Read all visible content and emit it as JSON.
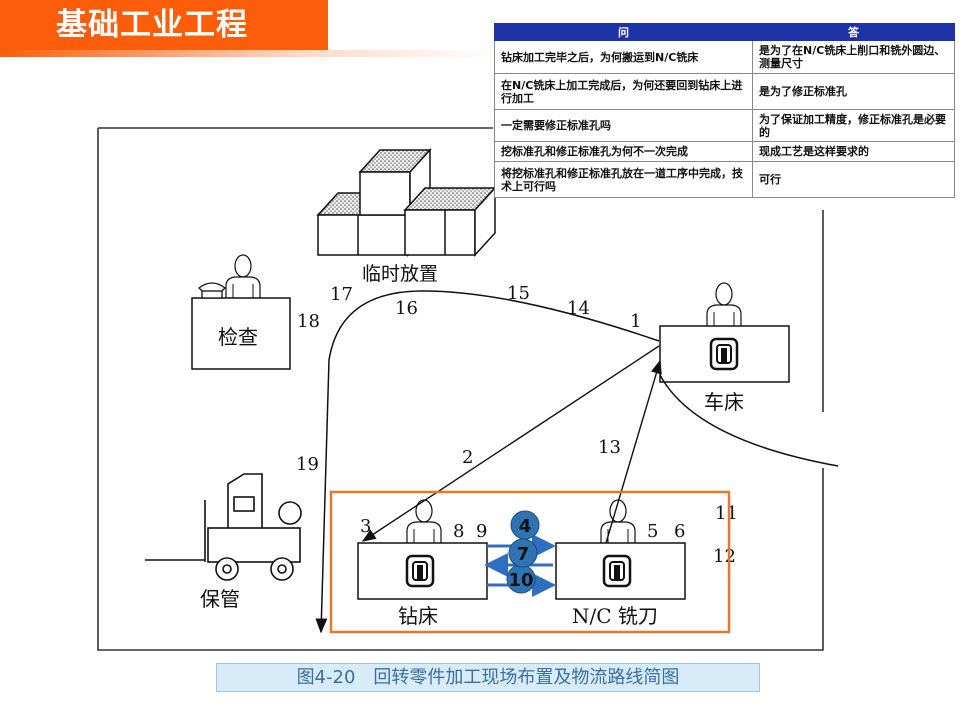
{
  "header": {
    "title": "基础工业工程"
  },
  "qa_table": {
    "headers": [
      "问",
      "答"
    ],
    "rows": [
      {
        "q": "钻床加工完毕之后，为何搬运到N/C铣床",
        "a": "是为了在N/C铣床上削口和铣外圆边、测量尺寸"
      },
      {
        "q": "在N/C铣床上加工完成后，为何还要回到钻床上进行加工",
        "a": "是为了修正标准孔"
      },
      {
        "q": "一定需要修正标准孔吗",
        "a": "为了保证加工精度，修正标准孔是必要的"
      },
      {
        "q": "挖标准孔和修正标准孔为何不一次完成",
        "a": "现成工艺是这样要求的"
      },
      {
        "q": "将挖标准孔和修正标准孔放在一道工序中完成，技术上可行吗",
        "a": "可行"
      }
    ]
  },
  "diagram": {
    "stations": {
      "temp_storage": "临时放置",
      "inspection": "检查",
      "lathe": "车床",
      "storage": "保管",
      "drill": "钻床",
      "nc_mill": "N/C 铣刀"
    },
    "route_numbers": {
      "n1": "1",
      "n2": "2",
      "n3": "3",
      "n5": "5",
      "n6": "6",
      "n8": "8",
      "n9": "9",
      "n11": "11",
      "n12": "12",
      "n13": "13",
      "n14": "14",
      "n15": "15",
      "n16": "16",
      "n17": "17",
      "n18": "18",
      "n19": "19"
    },
    "highlighted_steps": [
      "4",
      "7",
      "10"
    ],
    "colors": {
      "highlight_box": "#e8772e",
      "step_circle": "#2e74b5",
      "step_arrow": "#2f6fc0"
    }
  },
  "caption": "图4-20　回转零件加工现场布置及物流路线简图"
}
